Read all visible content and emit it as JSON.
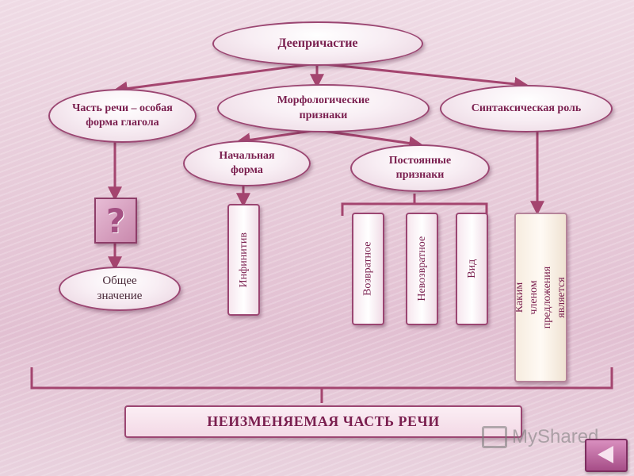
{
  "nodes": {
    "root": "Деепричастие",
    "part_of_speech": "Часть речи – особая форма глагола",
    "morphology": "Морфологические признаки",
    "syntax": "Синтаксическая роль",
    "initial_form": "Начальная форма",
    "constant_features": "Постоянные признаки",
    "general_meaning": "Общее значение",
    "question_mark": "?"
  },
  "vertical_boxes": {
    "infinitive": "Инфинитив",
    "reflexive": "Возвратное",
    "nonreflexive": "Невозвратное",
    "aspect": "Вид",
    "member": "Каким членом предложения является"
  },
  "bottom_label": "НЕИЗМЕНЯЕМАЯ ЧАСТЬ РЕЧИ",
  "watermark": "MyShared",
  "colors": {
    "accent": "#9b4672",
    "text": "#7a1f4f",
    "background": "#e7cbd9"
  },
  "icons": {
    "nav_button": "triangle-left-icon",
    "watermark_icon": "presentation-icon"
  }
}
